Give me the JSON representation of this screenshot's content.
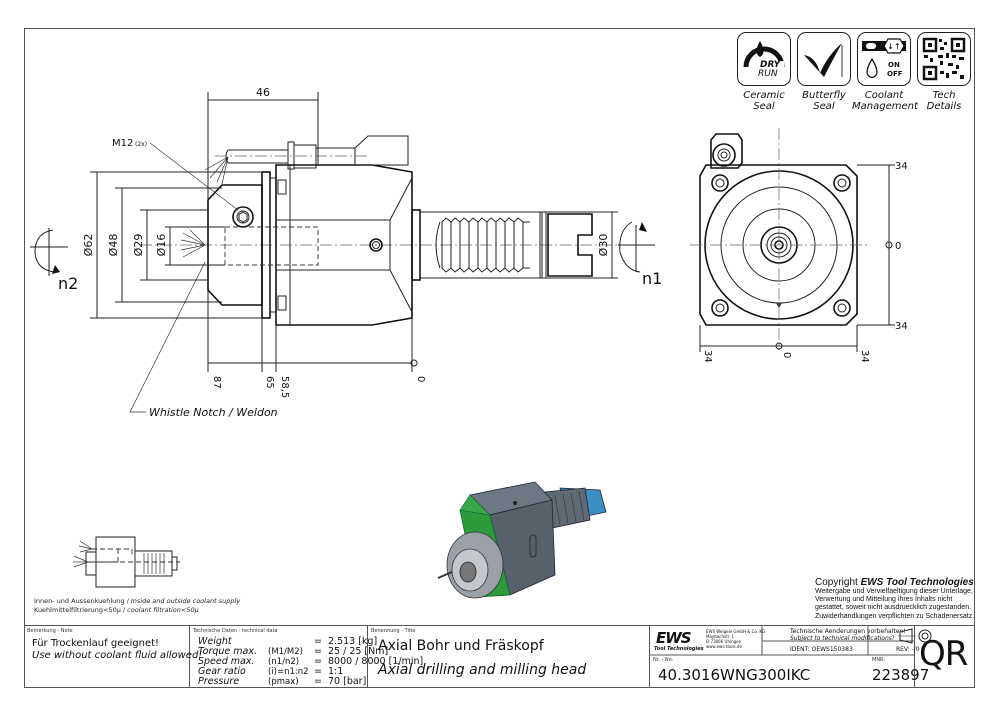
{
  "icons": [
    {
      "name": "dry-run-icon",
      "badge_top": "DRY",
      "badge_bottom": "RUN",
      "label_line1": "Ceramic",
      "label_line2": "Seal"
    },
    {
      "name": "butterfly-seal-icon",
      "label_line1": "Butterfly",
      "label_line2": "Seal"
    },
    {
      "name": "coolant-management-icon",
      "badge_top": "ON",
      "badge_bottom": "OFF",
      "label_line1": "Coolant",
      "label_line2": "Management"
    },
    {
      "name": "qr-code-icon",
      "label_line1": "Tech",
      "label_line2": "Details"
    }
  ],
  "drawing": {
    "dim_top": "46",
    "thread_label": "M12",
    "thread_count": "(2x)",
    "diameters": [
      "Ø62",
      "Ø48",
      "Ø29",
      "Ø16"
    ],
    "shank_diameter": "Ø30",
    "rotation_left": "n2",
    "rotation_right": "n1",
    "bottom_dims": [
      "87",
      "65",
      "58,5",
      "0"
    ],
    "callout": "Whistle Notch / Weldon",
    "end_view_dims": {
      "right_top": "34",
      "right_mid": "0",
      "right_bottom": "34",
      "bottom_left": "34",
      "bottom_mid": "0",
      "bottom_right": "34"
    }
  },
  "coolant": {
    "line1_de": "Innen- und Aussenkuehlung",
    "line1_en": "Inside and outside coolant supply",
    "line2_de": "Kuehlmittelfiltrierung<50µ",
    "line2_en": "coolant filtration<50µ"
  },
  "copyright": {
    "prefix": "Copyright ",
    "brand": "EWS Tool Technologies",
    "lines": [
      "Weitergabe und Vervielfaeltigung dieser Unterlage,",
      "Verwertung und Mitteilung ihres Inhalts nicht",
      "gestattet, soweit nicht ausdruecklich zugestanden.",
      "Zuwiderhandlungen verpflichten zu Schadenersatz."
    ]
  },
  "title_block": {
    "note": {
      "caption": "Bemerkung - Note",
      "line_de": "Für Trockenlauf geeignet!",
      "line_en": "Use without coolant fluid allowed!"
    },
    "tech": {
      "caption": "Technische Daten - technical data",
      "rows": [
        {
          "key": "Weight",
          "param": "",
          "value": "2.513 [kg]"
        },
        {
          "key": "Torque max.",
          "param": "(M1/M2)",
          "value": "25 / 25 [Nm]"
        },
        {
          "key": "Speed max.",
          "param": "(n1/n2)",
          "value": "8000 / 8000 [1/min]"
        },
        {
          "key": "Gear ratio",
          "param": "(i)=n1:n2",
          "value": "1:1"
        },
        {
          "key": "Pressure",
          "param": "(pmax)",
          "value": "70 [bar]"
        }
      ]
    },
    "title": {
      "caption": "Benennung - Title",
      "de": "Axial Bohr und Fräskopf",
      "en": "Axial drilling and milling head"
    },
    "company": {
      "logo": "EWS",
      "logo_sub": "Tool Technologies",
      "address": [
        "EWS Weigele GmbH & Co. KG",
        "Maybachstr. 1",
        "D-73066 Uhingen",
        "www.ews-tools.de"
      ]
    },
    "modifications": {
      "de": "Technische Aenderungen vorbehalten!",
      "en": "Subject to technical modifications!"
    },
    "ident": "IDENT:  OEWS150383",
    "rev": "REV:  -/0",
    "number_caption": "Nr. - No.",
    "number": "40.3016WNG300IKC",
    "mnr_caption": "MNR:",
    "mnr": "223897",
    "qr_label": "QR"
  },
  "colors": {
    "body": "#5a6470",
    "flange": "#2e9a3c",
    "shank": "#2f8fc8",
    "line": "#222222"
  }
}
